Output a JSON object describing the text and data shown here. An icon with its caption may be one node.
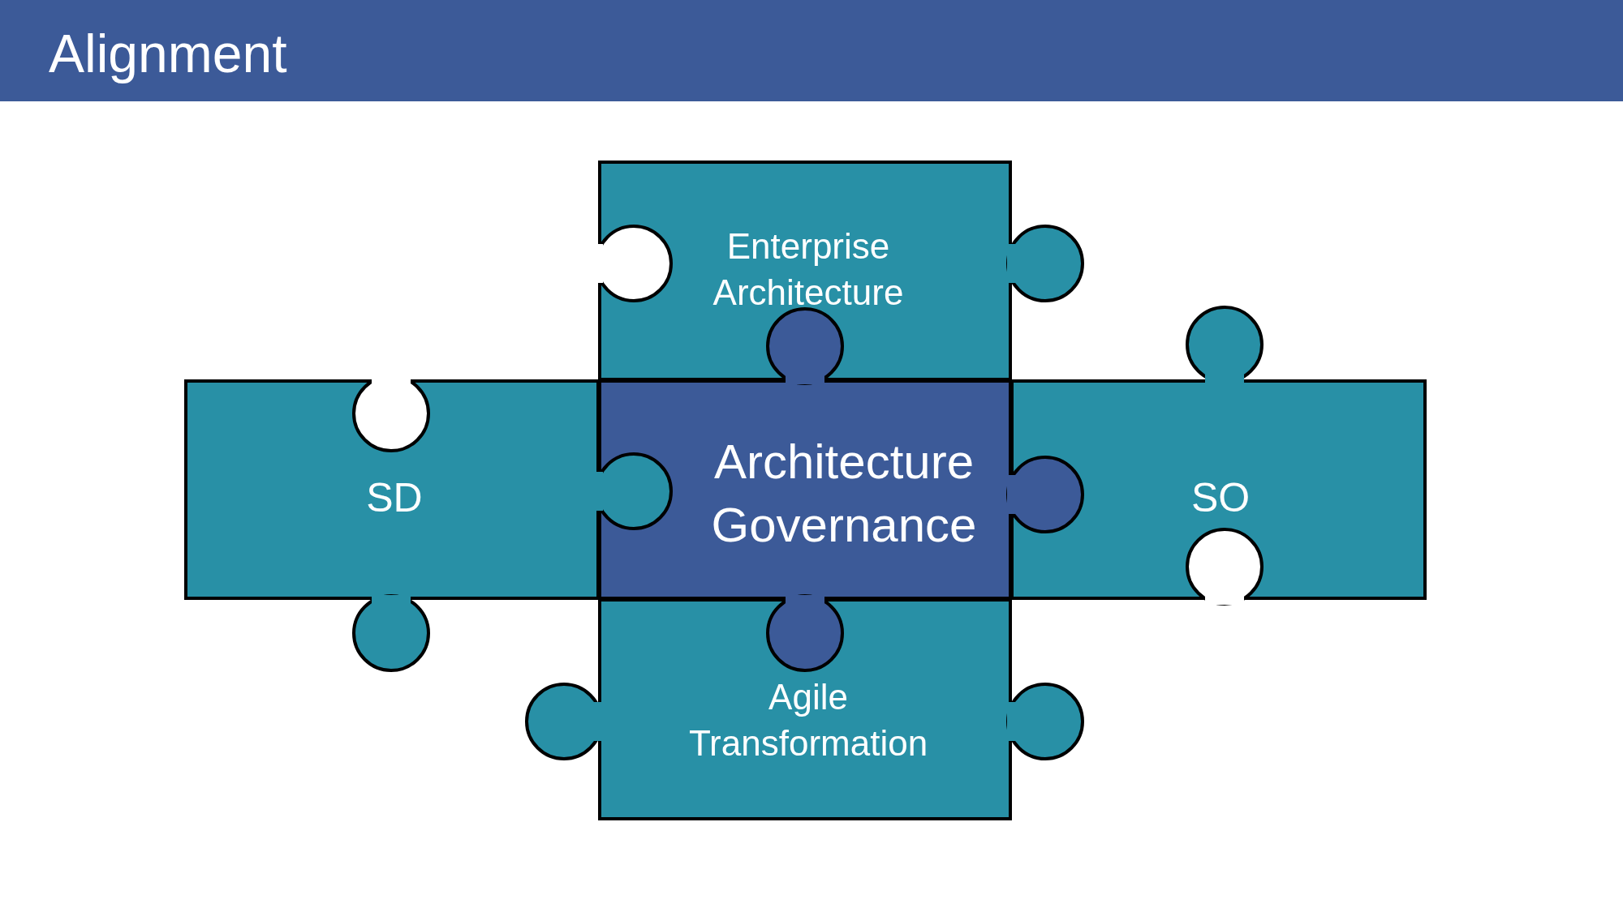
{
  "diagram": {
    "title": "Alignment",
    "nodes": [
      {
        "text": [
          "Enterprise Architecture"
        ]
      },
      {
        "text": [
          "SD"
        ]
      },
      {
        "text": [
          "Architecture Governance"
        ]
      },
      {
        "text": [
          "SO"
        ]
      },
      {
        "text": [
          "Agile Transformation"
        ]
      }
    ],
    "edges": []
  }
}
